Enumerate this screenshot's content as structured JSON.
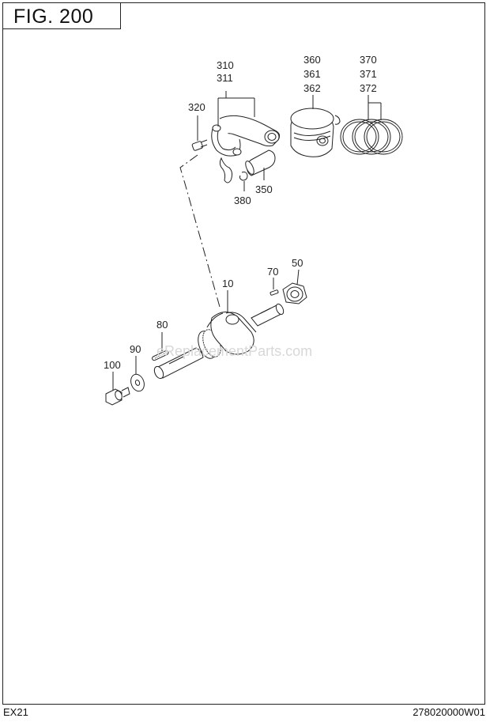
{
  "figure": {
    "title": "FIG. 200"
  },
  "callouts": {
    "c310": "310",
    "c311": "311",
    "c320": "320",
    "c360": "360",
    "c361": "361",
    "c362": "362",
    "c370": "370",
    "c371": "371",
    "c372": "372",
    "c380": "380",
    "c350": "350",
    "c70": "70",
    "c50": "50",
    "c10": "10",
    "c80": "80",
    "c90": "90",
    "c100": "100"
  },
  "watermark": "eReplacementParts.com",
  "footer": {
    "model": "EX21",
    "code": "278020000W01"
  }
}
